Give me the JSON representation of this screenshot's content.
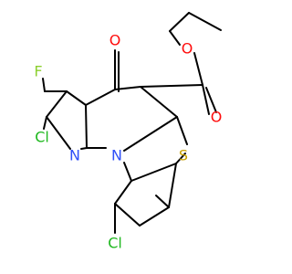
{
  "colors": {
    "bond": "#000000",
    "Cl": "#1fb81f",
    "F": "#8ccf2f",
    "O": "#ff0d0d",
    "N": "#3050f8",
    "S": "#c8a000"
  },
  "labels": {
    "cl_left": "Cl",
    "cl_bottom": "Cl",
    "fluorine": "F",
    "oxygen_ketone": "O",
    "oxygen_carbonyl": "O",
    "oxygen_ester": "O",
    "nitrogen_pyridine": "N",
    "nitrogen_ring": "N",
    "sulfur": "S"
  }
}
